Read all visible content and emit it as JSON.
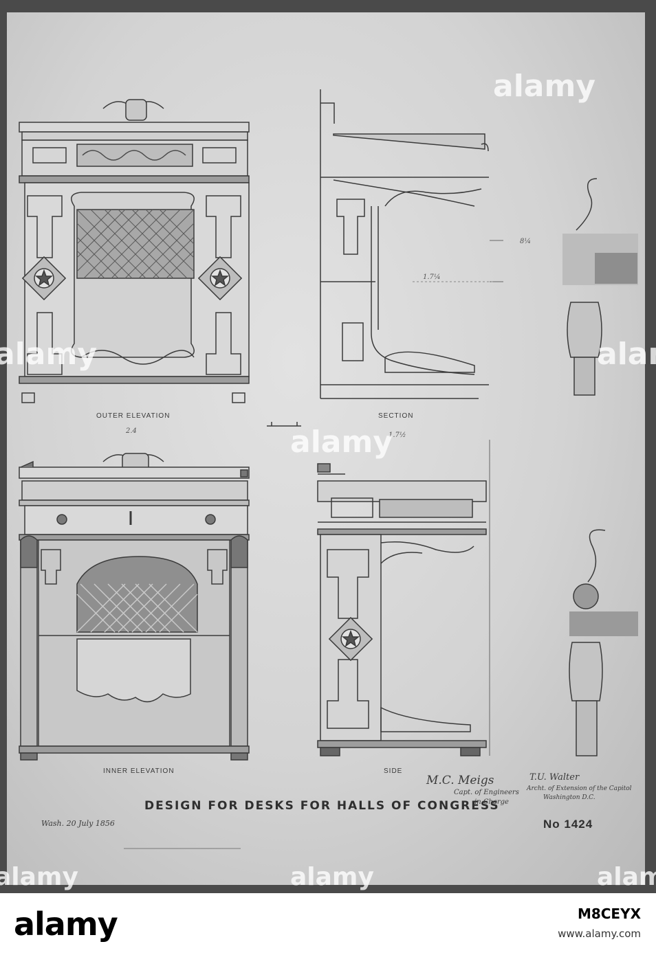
{
  "drawing": {
    "title": "DESIGN FOR DESKS FOR HALLS OF CONGRESS",
    "labels": {
      "outer_elevation": "OUTER ELEVATION",
      "section": "SECTION",
      "inner_elevation": "INNER ELEVATION",
      "side": "SIDE"
    },
    "dimensions": {
      "outer_width": "2.4",
      "section_depth": "1.7½",
      "section_mid": "1.7¼",
      "upper_height": "8¼"
    },
    "signature_left": {
      "name": "M.C. Meigs",
      "role_line1": "Capt. of Engineers",
      "role_line2": "in Charge"
    },
    "signature_right": {
      "name": "T.U. Walter",
      "line1": "Archt. of Extension of the Capitol",
      "line2": "Washington D.C."
    },
    "drawing_number": "No 1424",
    "date_note": "Wash. 20 July 1856"
  },
  "watermark": {
    "text": "alamy"
  },
  "footer": {
    "logo": "alamy",
    "image_id": "M8CEYX",
    "url": "www.alamy.com"
  }
}
